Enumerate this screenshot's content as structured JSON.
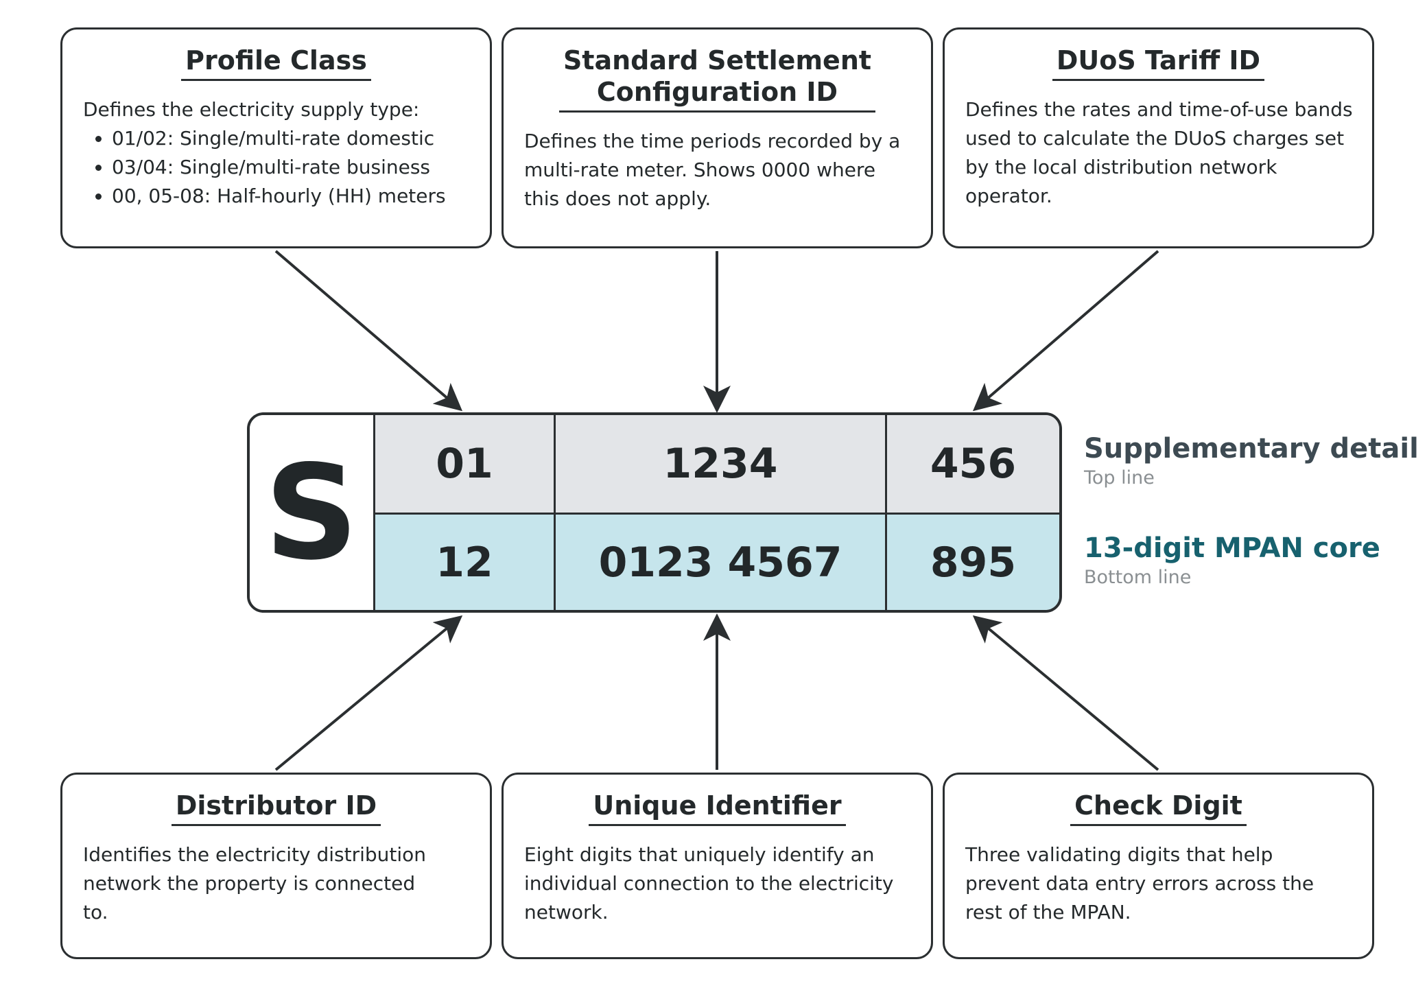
{
  "boxes": {
    "profile_class": {
      "title": "Profile Class",
      "intro": "Defines the electricity supply type:",
      "bullets": [
        "01/02: Single/multi-rate domestic",
        "03/04: Single/multi-rate business",
        "00, 05-08: Half-hourly (HH) meters"
      ]
    },
    "ssc": {
      "title_line1": "Standard Settlement",
      "title_line2": "Configuration ID",
      "body": "Defines the time periods recorded by a multi-rate meter. Shows 0000 where this does not apply."
    },
    "duos": {
      "title": "DUoS Tariff ID",
      "body": "Defines the rates and time-of-use bands used to calculate the DUoS charges set by the local distribution network operator."
    },
    "distributor": {
      "title": "Distributor ID",
      "body": "Identifies the electricity distribution network the property is connected to."
    },
    "unique": {
      "title": "Unique Identifier",
      "body": "Eight digits that uniquely identify an individual connection to the electricity network."
    },
    "check": {
      "title": "Check Digit",
      "body": "Three validating digits that help prevent data entry errors across the rest of the MPAN."
    }
  },
  "mpan": {
    "letter": "S",
    "top": [
      "01",
      "1234",
      "456"
    ],
    "bottom": [
      "12",
      "0123 4567",
      "895"
    ]
  },
  "legend": {
    "top_title": "Supplementary detail",
    "top_sub": "Top line",
    "bottom_title": "13-digit MPAN core",
    "bottom_sub": "Bottom line"
  },
  "colors": {
    "top_row": "#e3e5e8",
    "bottom_row": "#c6e5ec",
    "legend_top": "#3d4a52",
    "legend_bottom": "#17616e",
    "outline": "#2b2f31"
  }
}
